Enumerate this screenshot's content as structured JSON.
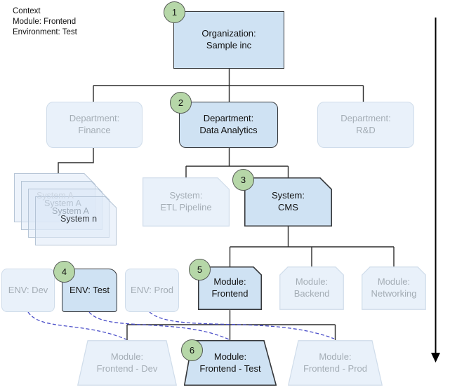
{
  "context": {
    "lines": [
      "Context",
      "Module: Frontend",
      "Environment: Test"
    ]
  },
  "nodes": {
    "organization": {
      "badge": "1",
      "lines": [
        "Organization:",
        "Sample inc"
      ]
    },
    "dept_finance": {
      "lines": [
        "Department:",
        "Finance"
      ]
    },
    "dept_data_analytics": {
      "badge": "2",
      "lines": [
        "Department:",
        "Data Analytics"
      ]
    },
    "dept_rd": {
      "lines": [
        "Department:",
        "R&D"
      ]
    },
    "system_stack": {
      "lines": [
        "System A",
        "System A",
        "System A",
        "System n"
      ]
    },
    "system_etl": {
      "lines": [
        "System:",
        "ETL Pipeline"
      ]
    },
    "system_cms": {
      "badge": "3",
      "lines": [
        "System:",
        "CMS"
      ]
    },
    "env_dev": {
      "lines": [
        "ENV: Dev"
      ]
    },
    "env_test": {
      "badge": "4",
      "lines": [
        "ENV: Test"
      ]
    },
    "env_prod": {
      "lines": [
        "ENV: Prod"
      ]
    },
    "module_frontend": {
      "badge": "5",
      "lines": [
        "Module:",
        "Frontend"
      ]
    },
    "module_backend": {
      "lines": [
        "Module:",
        "Backend"
      ]
    },
    "module_networking": {
      "lines": [
        "Module:",
        "Networking"
      ]
    },
    "module_frontend_dev": {
      "lines": [
        "Module:",
        "Frontend - Dev"
      ]
    },
    "module_frontend_test": {
      "badge": "6",
      "lines": [
        "Module:",
        "Frontend - Test"
      ]
    },
    "module_frontend_prod": {
      "lines": [
        "Module:",
        "Frontend - Prod"
      ]
    }
  },
  "colors": {
    "active_fill": "#cfe2f3",
    "active_border": "#35373a",
    "faded_fill": "#e9f1fa",
    "faded_border": "#cfdcea",
    "faded_text": "#a4adb5",
    "badge_fill": "#b6d7a8",
    "badge_border": "#565b56",
    "connector": "#2b2b2b",
    "context_link": "#4b4fc9"
  }
}
